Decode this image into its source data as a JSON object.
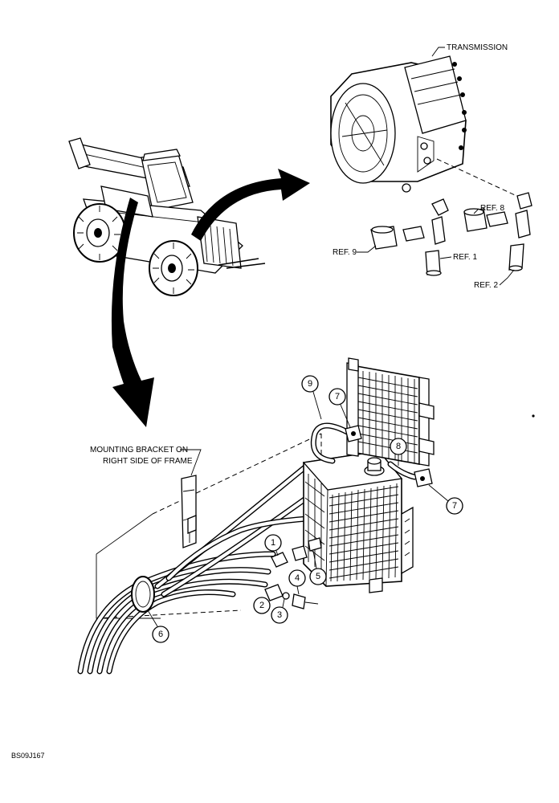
{
  "labels": {
    "transmission": "TRANSMISSION",
    "ref9": "REF. 9",
    "ref8": "REF. 8",
    "ref1": "REF. 1",
    "ref2": "REF. 2",
    "bracket_line1": "MOUNTING BRACKET ON",
    "bracket_line2": "RIGHT SIDE OF FRAME",
    "figure_id": "BS09J167"
  },
  "callouts": [
    "1",
    "2",
    "3",
    "4",
    "5",
    "6",
    "7",
    "7",
    "8",
    "9"
  ]
}
